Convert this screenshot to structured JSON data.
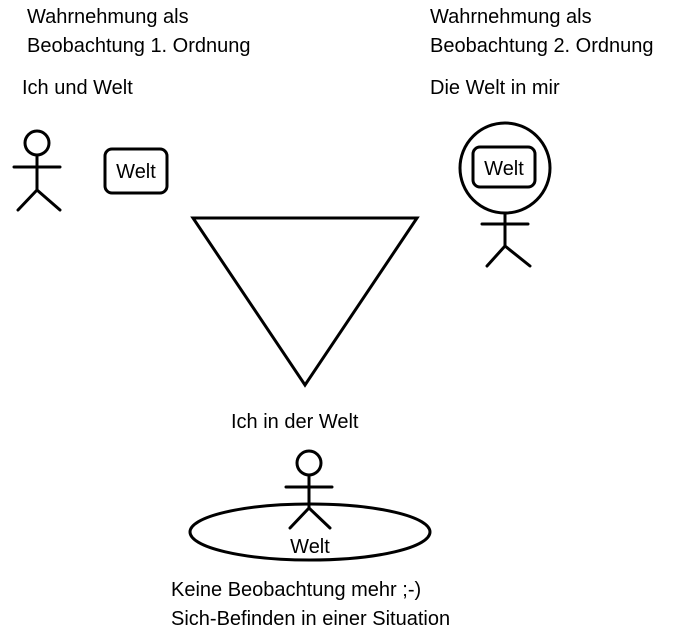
{
  "left": {
    "heading_line1": "Wahrnehmung als",
    "heading_line2": "Beobachtung 1. Ordnung",
    "caption": "Ich und Welt",
    "box_label": "Welt"
  },
  "right": {
    "heading_line1": "Wahrnehmung als",
    "heading_line2": "Beobachtung 2. Ordnung",
    "caption": "Die Welt in mir",
    "box_label": "Welt"
  },
  "bottom": {
    "caption": "Ich in der Welt",
    "ellipse_label": "Welt",
    "note_line1": "Keine Beobachtung mehr ;-)",
    "note_line2": "Sich-Befinden in einer Situation"
  },
  "colors": {
    "stroke": "#000000",
    "background": "#ffffff"
  },
  "icons": [
    "stick-figure-icon",
    "triangle-shape"
  ]
}
